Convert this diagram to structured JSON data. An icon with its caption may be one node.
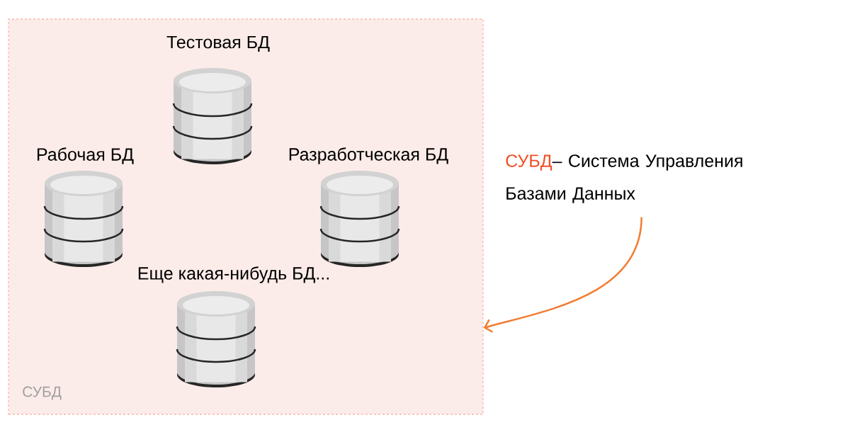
{
  "diagram": {
    "nodes": [
      {
        "text": [
          "СУБД"
        ]
      },
      {
        "text": [
          "Тестовая БД"
        ],
        "in": 0
      },
      {
        "text": [
          "Рабочая БД"
        ],
        "in": 0
      },
      {
        "text": [
          "Разработческая БД"
        ],
        "in": 0
      },
      {
        "text": [
          "Еще какая-нибудь БД..."
        ],
        "in": 0
      },
      {
        "text": [
          "СУБД",
          "– Система Управления Базами Данных"
        ]
      }
    ],
    "edges": [
      {
        "from": 5,
        "to": 0,
        "arrow": "to"
      }
    ]
  }
}
